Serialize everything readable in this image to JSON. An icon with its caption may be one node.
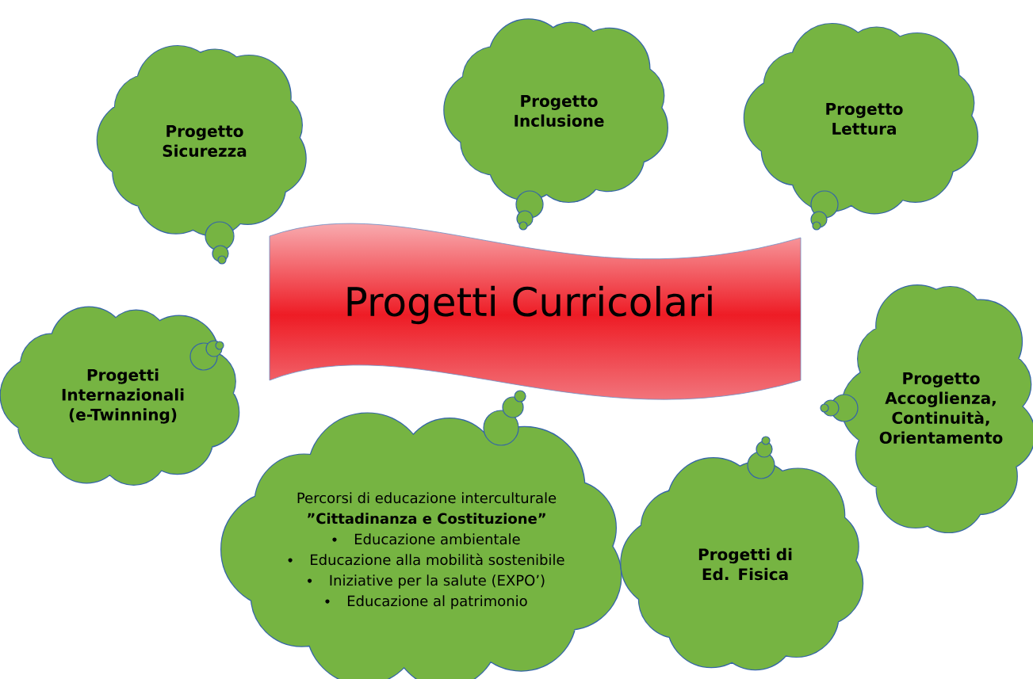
{
  "diagram": {
    "nodes": [
      {
        "text": [
          "Progetto Sicurezza"
        ]
      },
      {
        "text": [
          "Progetto Inclusione"
        ]
      },
      {
        "text": [
          "Progetto Lettura"
        ]
      },
      {
        "text": [
          "Progetti Curricolari"
        ]
      },
      {
        "text": [
          "Progetti Internazionali (e-Twinning)"
        ]
      },
      {
        "text": [
          "Progetto Accoglienza, Continuità, Orientamento"
        ]
      },
      {
        "text": [
          "Percorsi di educazione interculturale",
          "”Cittadinanza e Costituzione”",
          "Educazione ambientale",
          "Educazione alla mobilità sostenibile",
          "Iniziative per la salute (EXPO’)",
          "Educazione al patrimonio"
        ]
      },
      {
        "text": [
          "Progetti di Ed. Fisica"
        ]
      }
    ]
  }
}
